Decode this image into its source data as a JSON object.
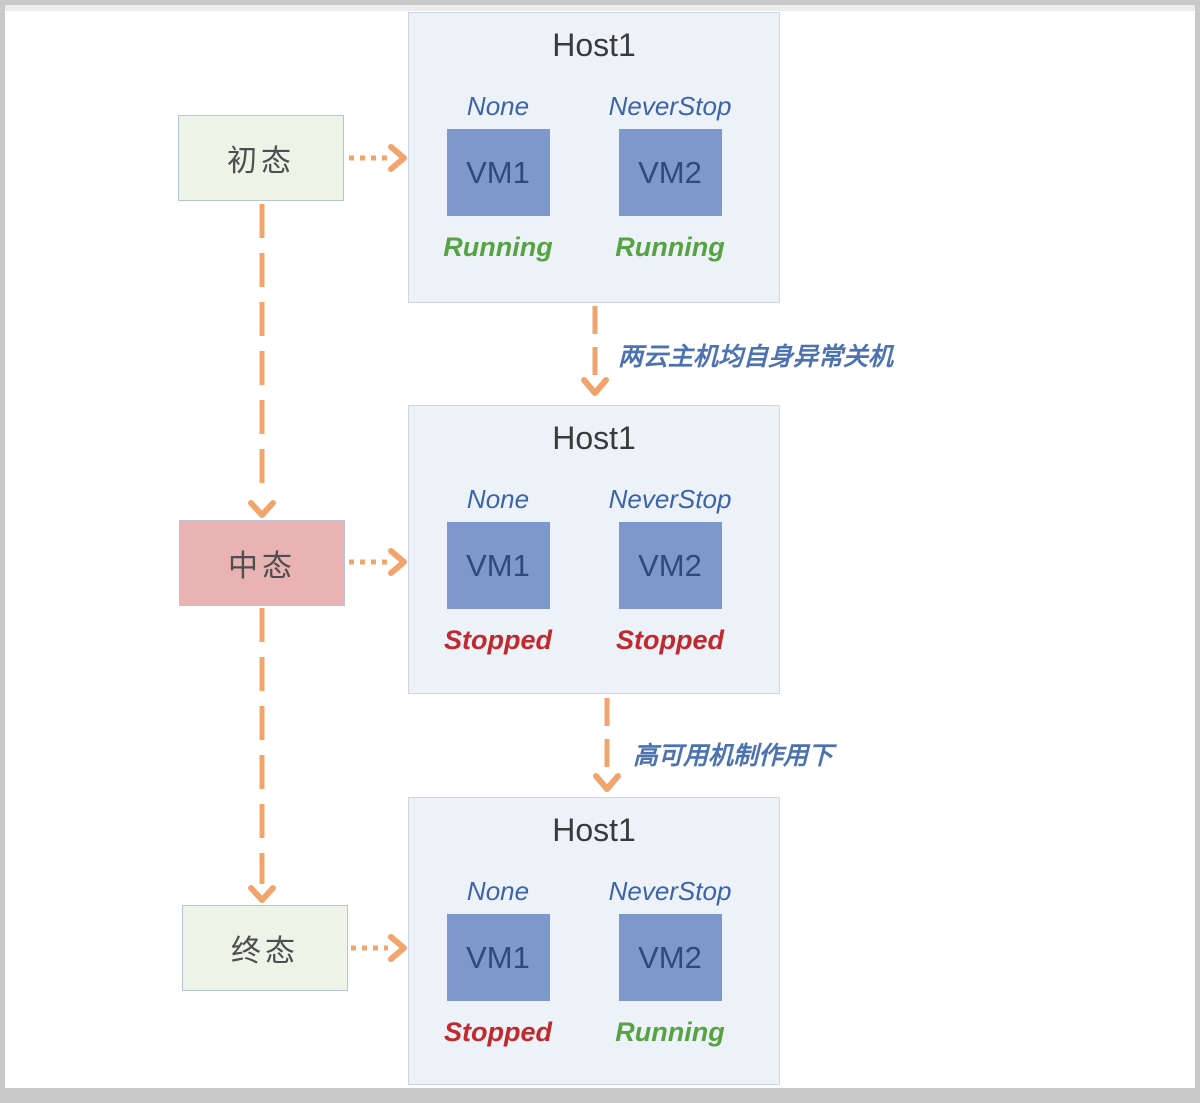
{
  "diagram": {
    "states": [
      {
        "label": "初态",
        "bg": "#edf3e7"
      },
      {
        "label": "中态",
        "bg": "#e9b2b3"
      },
      {
        "label": "终态",
        "bg": "#edf3e7"
      }
    ],
    "transitions": [
      {
        "label": "两云主机均自身异常关机"
      },
      {
        "label": "高可用机制作用下"
      }
    ],
    "hosts": [
      {
        "title": "Host1",
        "vms": [
          {
            "policy": "None",
            "name": "VM1",
            "status": "Running",
            "status_color": "#57a343"
          },
          {
            "policy": "NeverStop",
            "name": "VM2",
            "status": "Running",
            "status_color": "#57a343"
          }
        ]
      },
      {
        "title": "Host1",
        "vms": [
          {
            "policy": "None",
            "name": "VM1",
            "status": "Stopped",
            "status_color": "#bf2a2e"
          },
          {
            "policy": "NeverStop",
            "name": "VM2",
            "status": "Stopped",
            "status_color": "#bf2a2e"
          }
        ]
      },
      {
        "title": "Host1",
        "vms": [
          {
            "policy": "None",
            "name": "VM1",
            "status": "Stopped",
            "status_color": "#bf2a2e"
          },
          {
            "policy": "NeverStop",
            "name": "VM2",
            "status": "Running",
            "status_color": "#57a343"
          }
        ]
      }
    ],
    "colors": {
      "arrow": "#f2a46d",
      "host_bg": "#edf1f8",
      "vm_bg": "#7e98cc",
      "vm_text": "#2d4b7d",
      "policy_text": "#3c64a8",
      "transition_text": "#4d72b0",
      "frame_gray": "#c9c9c9",
      "frame_light": "#ececec"
    }
  }
}
